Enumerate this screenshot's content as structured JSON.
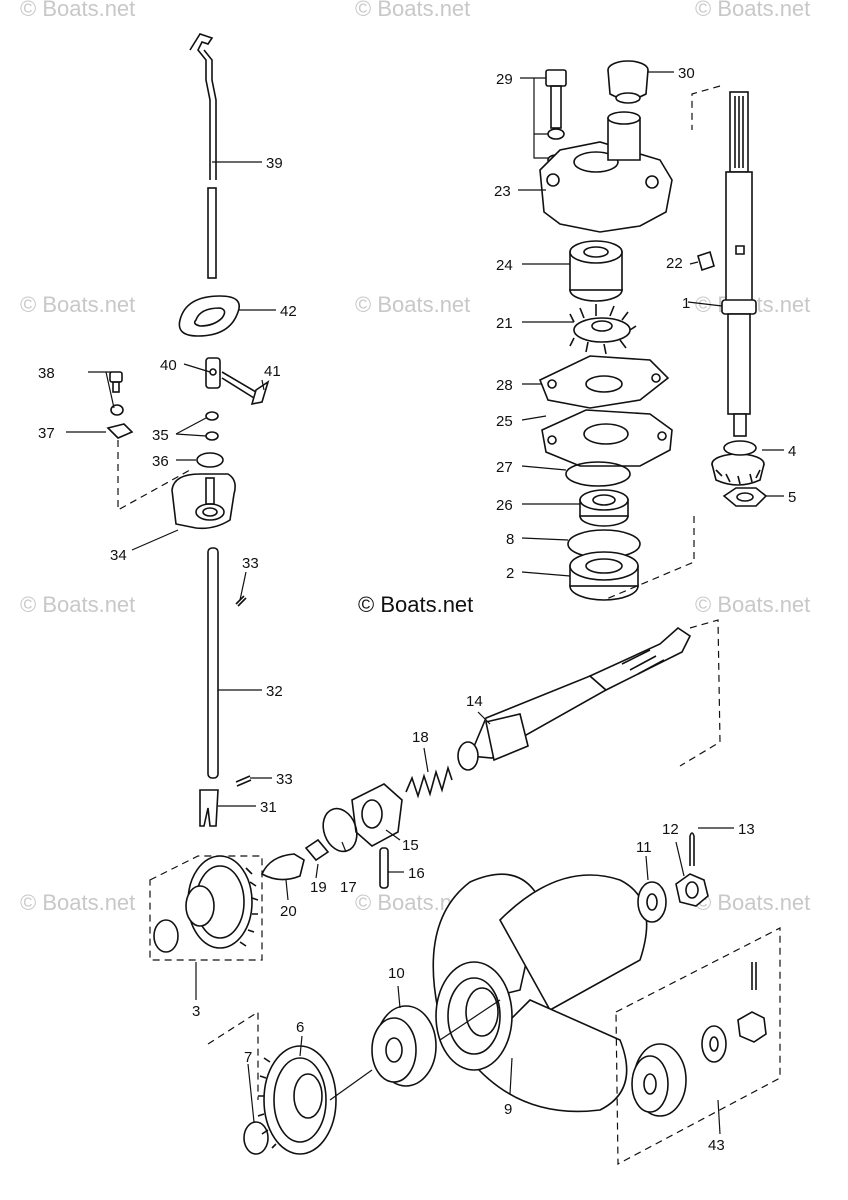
{
  "watermark": "© Boats.net",
  "center_watermark": "© Boats.net",
  "part_labels": [
    "1",
    "2",
    "3",
    "4",
    "5",
    "6",
    "7",
    "8",
    "9",
    "10",
    "11",
    "12",
    "13",
    "14",
    "15",
    "16",
    "17",
    "18",
    "19",
    "20",
    "21",
    "22",
    "23",
    "24",
    "25",
    "26",
    "27",
    "28",
    "29",
    "30",
    "31",
    "32",
    "33",
    "34",
    "35",
    "36",
    "37",
    "38",
    "39",
    "40",
    "41",
    "42",
    "43"
  ]
}
